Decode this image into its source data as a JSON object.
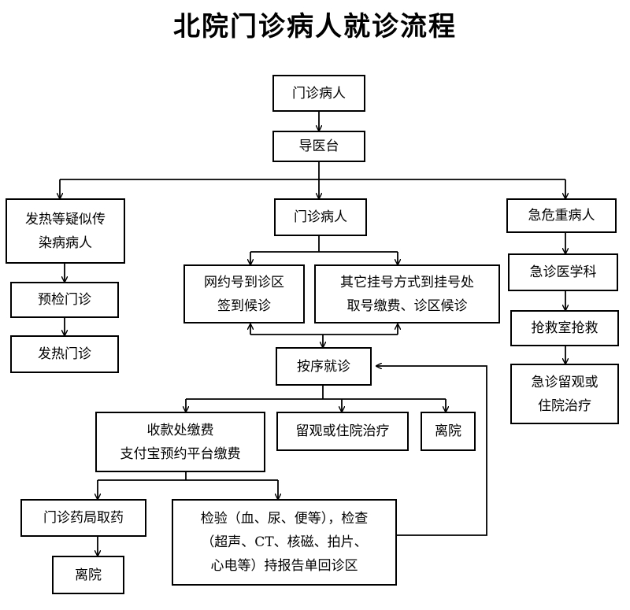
{
  "title": "北院门诊病人就诊流程",
  "nodes": {
    "outpatient_top": {
      "lines": [
        "门诊病人"
      ]
    },
    "reception": {
      "lines": [
        "导医台"
      ]
    },
    "fever_suspect": {
      "lines": [
        "发热等疑似传",
        "染病病人"
      ]
    },
    "precheck": {
      "lines": [
        "预检门诊"
      ]
    },
    "fever_clinic": {
      "lines": [
        "发热门诊"
      ]
    },
    "outpatient_mid": {
      "lines": [
        "门诊病人"
      ]
    },
    "online_booking": {
      "lines": [
        "网约号到诊区",
        "签到候诊"
      ]
    },
    "other_register": {
      "lines": [
        "其它挂号方式到挂号处",
        "取号缴费、诊区候诊"
      ]
    },
    "queue_visit": {
      "lines": [
        "按序就诊"
      ]
    },
    "payment": {
      "lines": [
        "收款处缴费",
        "支付宝预约平台缴费"
      ]
    },
    "observation": {
      "lines": [
        "留观或住院治疗"
      ]
    },
    "discharge_mid": {
      "lines": [
        "离院"
      ]
    },
    "pharmacy": {
      "lines": [
        "门诊药局取药"
      ]
    },
    "discharge_bottom": {
      "lines": [
        "离院"
      ]
    },
    "exams": {
      "lines": [
        "检验（血、尿、便等），检查",
        "（超声、CT、核磁、拍片、",
        "心电等）持报告单回诊区"
      ]
    },
    "critical": {
      "lines": [
        "急危重病人"
      ]
    },
    "emergency_dept": {
      "lines": [
        "急诊医学科"
      ]
    },
    "rescue_room": {
      "lines": [
        "抢救室抢救"
      ]
    },
    "emergency_obs": {
      "lines": [
        "急诊留观或",
        "住院治疗"
      ]
    }
  }
}
